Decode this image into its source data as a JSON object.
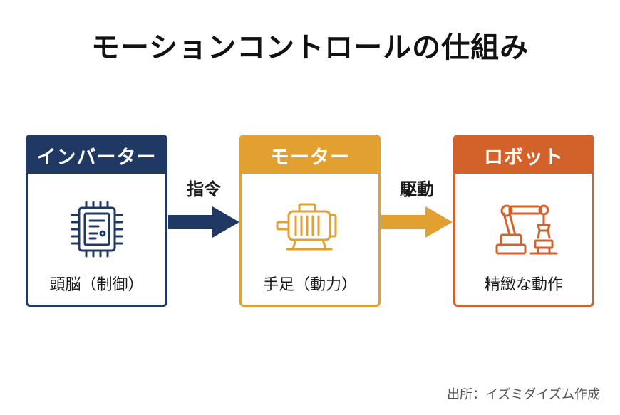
{
  "title": "モーションコントロールの仕組み",
  "colors": {
    "inverter": "#1f3864",
    "motor": "#e1a030",
    "robot": "#d2622a"
  },
  "boxes": [
    {
      "header": "インバーター",
      "caption": "頭脳（制御）",
      "icon": "microchip-icon"
    },
    {
      "header": "モーター",
      "caption": "手足（動力）",
      "icon": "electric-motor-icon"
    },
    {
      "header": "ロボット",
      "caption": "精緻な動作",
      "icon": "robot-arm-icon"
    }
  ],
  "arrows": [
    {
      "label": "指令"
    },
    {
      "label": "駆動"
    }
  ],
  "source": "出所：イズミダイズム作成"
}
